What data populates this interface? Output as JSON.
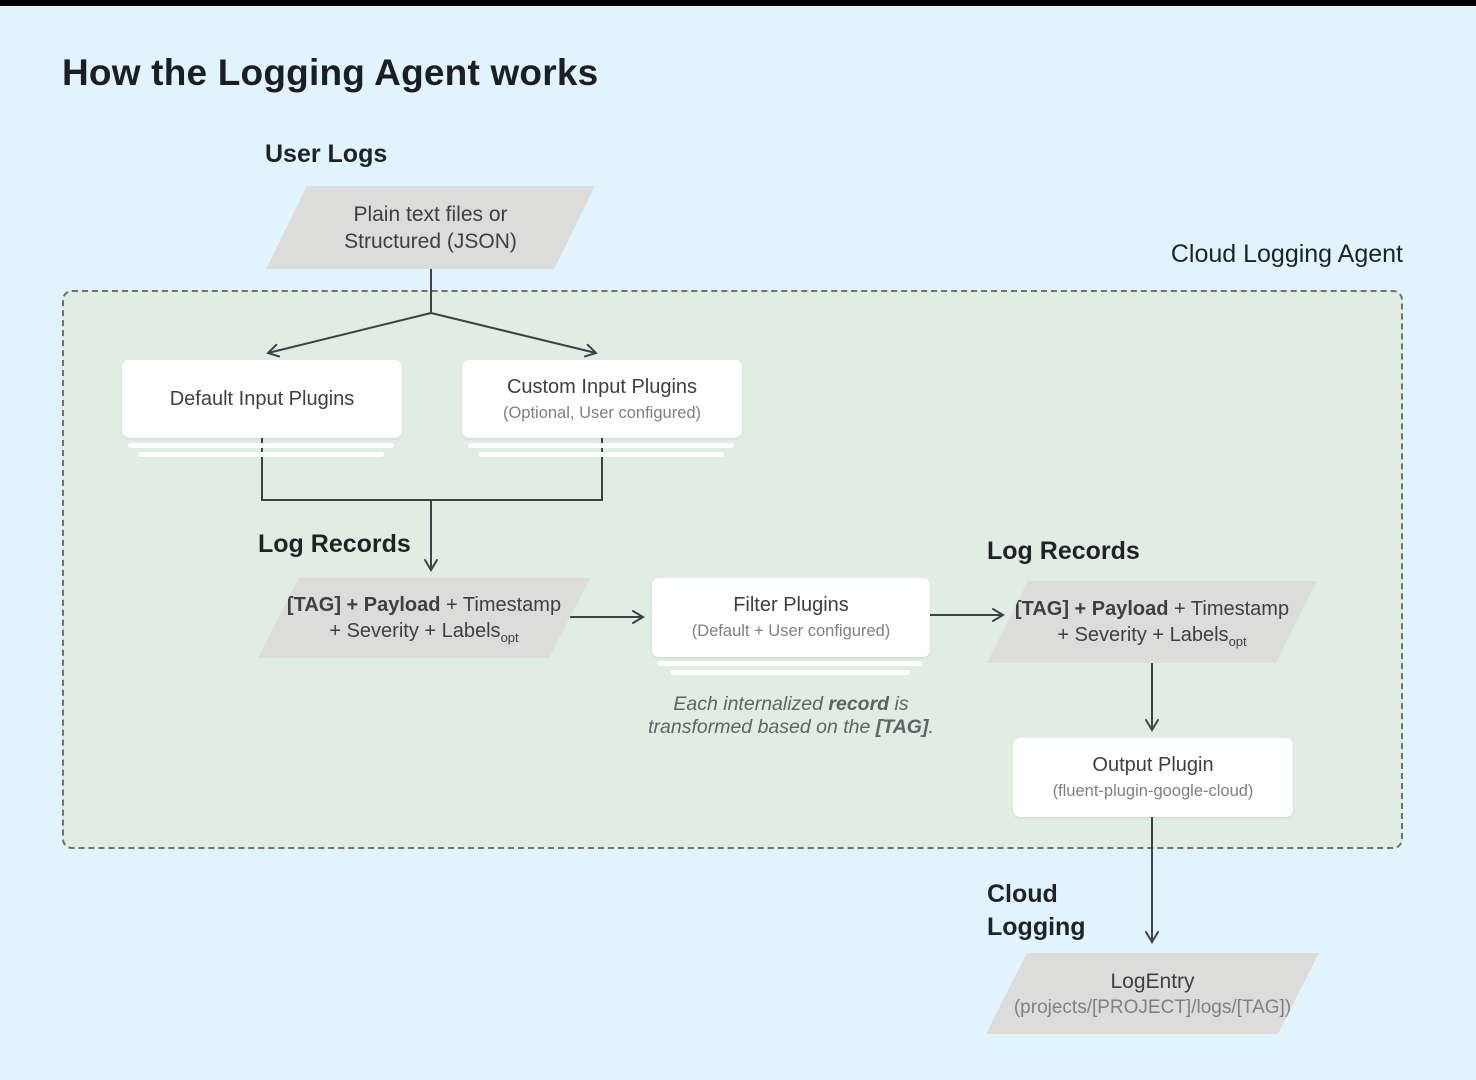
{
  "page": {
    "title": "How the Logging Agent works"
  },
  "labels": {
    "user_logs": "User Logs",
    "cloud_logging_agent": "Cloud Logging Agent",
    "log_records_left": "Log Records",
    "log_records_right": "Log Records",
    "cloud_logging_line1": "Cloud",
    "cloud_logging_line2": "Logging"
  },
  "nodes": {
    "user_logs_input": {
      "line1": "Plain text files or",
      "line2": "Structured (JSON)"
    },
    "default_input": {
      "title": "Default Input Plugins"
    },
    "custom_input": {
      "title": "Custom Input Plugins",
      "subtitle": "(Optional, User configured)"
    },
    "log_record_left": {
      "bold": "[TAG] + Payload",
      "rest": " + Timestamp",
      "line2": "+ Severity + Labels",
      "subscript": "opt"
    },
    "filter": {
      "title": "Filter Plugins",
      "subtitle": "(Default + User configured)"
    },
    "log_record_right": {
      "bold": "[TAG] + Payload",
      "rest": " + Timestamp",
      "line2": "+ Severity + Labels",
      "subscript": "opt"
    },
    "output": {
      "title": "Output Plugin",
      "subtitle": "(fluent-plugin-google-cloud)"
    },
    "log_entry": {
      "title": "LogEntry",
      "subtitle": "(projects/[PROJECT]/logs/[TAG])"
    }
  },
  "note": {
    "line1_pre": "Each internalized ",
    "line1_bold": "record",
    "line1_post": " is",
    "line2_pre": "transformed based on the ",
    "line2_bold": "[TAG]",
    "line2_post": "."
  },
  "colors": {
    "page_background": "#e1f3fc",
    "agent_box_background": "#e0ede3",
    "agent_box_border": "#717171",
    "parallelogram_fill": "#dcdcdb",
    "card_fill": "#ffffff",
    "connector": "#3c4347",
    "text_dark": "#1f2328",
    "text_body": "#3c4043",
    "text_gray": "#7d8084",
    "top_bar": "#000000"
  }
}
